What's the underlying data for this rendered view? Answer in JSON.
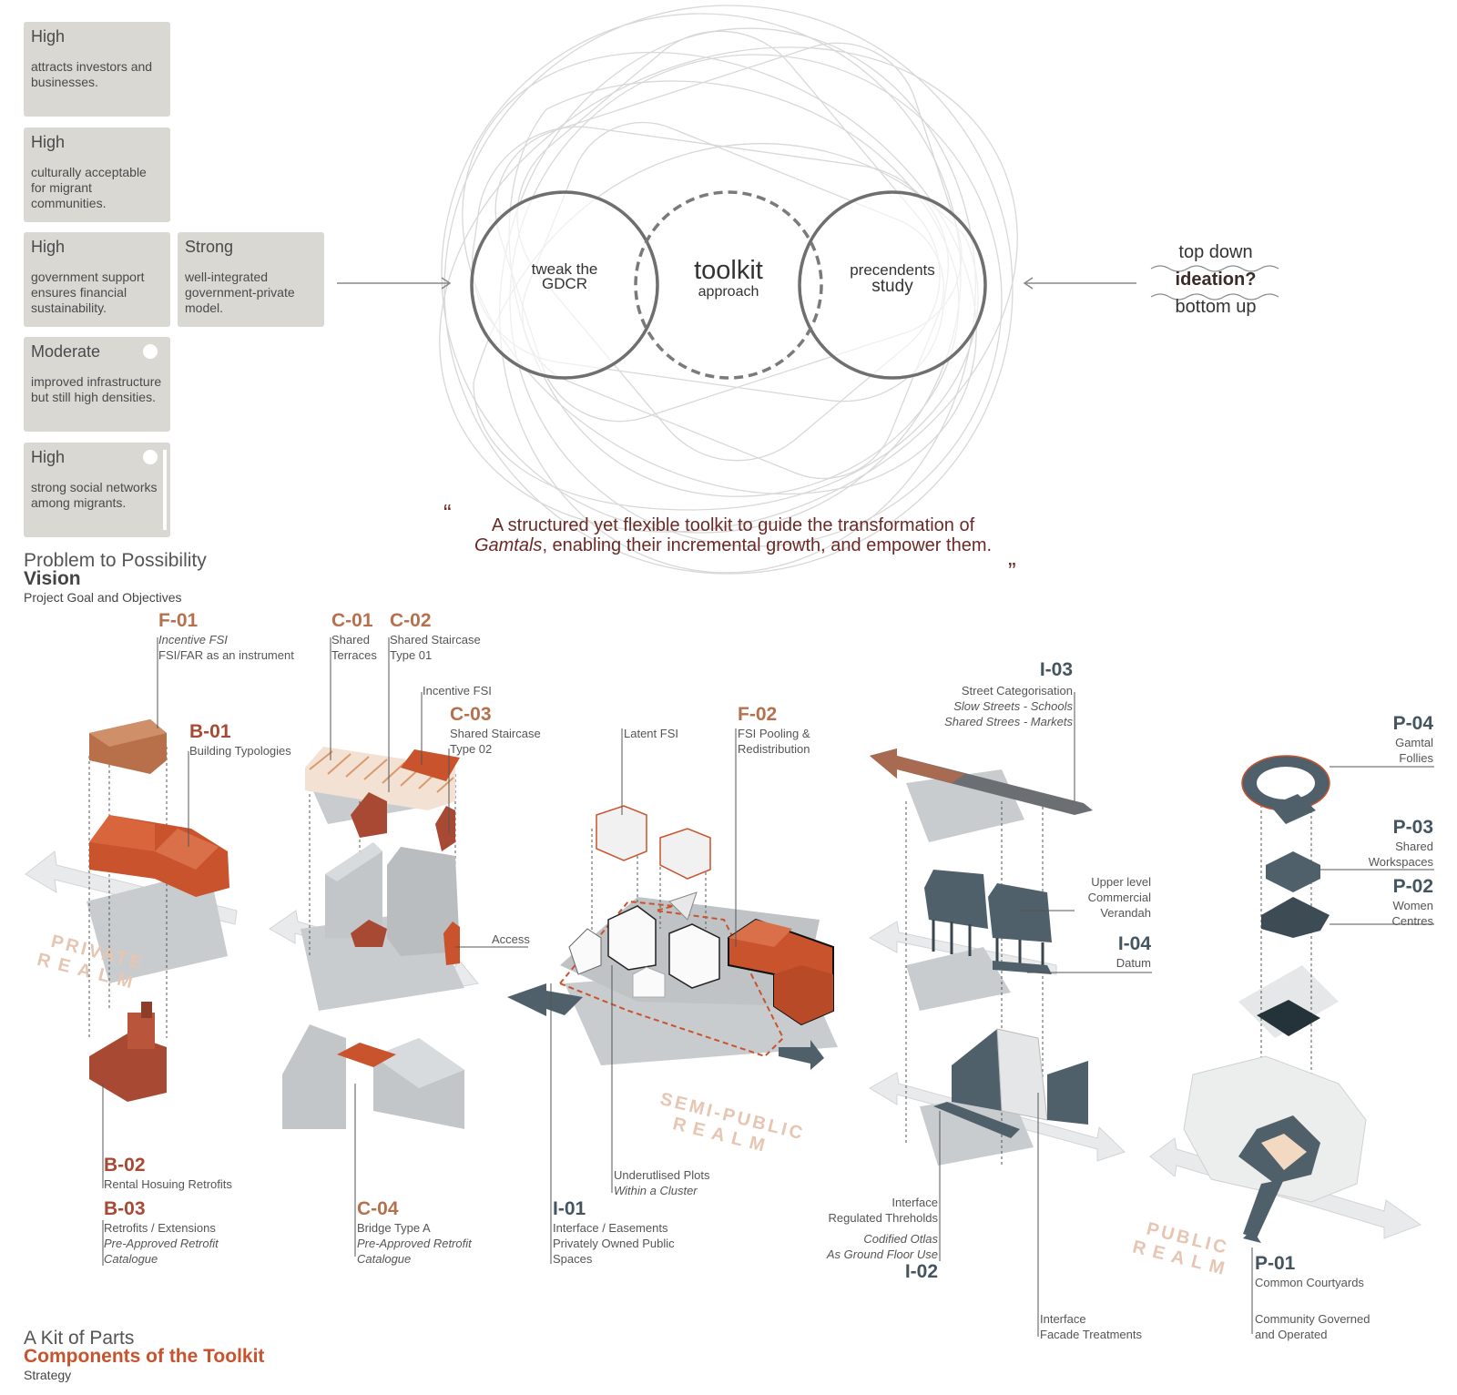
{
  "cards": [
    {
      "level": "High",
      "desc": "attracts investors and businesses."
    },
    {
      "level": "High",
      "desc": "culturally acceptable for migrant communities."
    },
    {
      "level": "High",
      "desc": "government support ensures financial sustainability."
    },
    {
      "level": "Strong",
      "desc": "well-integrated government-private model."
    },
    {
      "level": "Moderate",
      "desc": "improved infrastructure but still high densities."
    },
    {
      "level": "High",
      "desc": "strong social networks among migrants."
    }
  ],
  "diagram": {
    "left_circle": [
      "tweak the",
      "GDCR"
    ],
    "center_title": "toolkit",
    "center_sub": "approach",
    "right_circle": [
      "precendents",
      "study"
    ],
    "top_down": "top down",
    "ideation": "ideation?",
    "bottom_up": "bottom up"
  },
  "quote": {
    "line1": "A structured yet flexible toolkit to guide the transformation of",
    "line2_em": "Gamtals",
    "line2_rest": ", enabling their incremental growth, and empower them."
  },
  "section1": {
    "title": "Problem to Possibility",
    "bold": "Vision",
    "sub": "Project Goal and Objectives"
  },
  "section2": {
    "title": "A Kit of Parts",
    "bold": "Components of the Toolkit",
    "sub": "Strategy"
  },
  "realms": {
    "private": [
      "PRIVATE",
      "REALM"
    ],
    "semi": [
      "SEMI-PUBLIC",
      "REALM"
    ],
    "public": [
      "PUBLIC",
      "REALM"
    ]
  },
  "components": {
    "f01": {
      "code": "F-01",
      "l1": "Incentive FSI",
      "l2": "FSI/FAR as an instrument"
    },
    "b01": {
      "code": "B-01",
      "l1": "Building Typologies"
    },
    "b02": {
      "code": "B-02",
      "l1": "Rental Hosuing Retrofits"
    },
    "b03": {
      "code": "B-03",
      "l1": "Retrofits / Extensions",
      "l2": "Pre-Approved Retrofit",
      "l3": "Catalogue"
    },
    "c01": {
      "code": "C-01",
      "l1": "Shared",
      "l2": "Terraces"
    },
    "c02": {
      "code": "C-02",
      "l1": "Shared Staircase",
      "l2": "Type 01"
    },
    "inc": {
      "l1": "Incentive FSI"
    },
    "c03": {
      "code": "C-03",
      "l1": "Shared Staircase",
      "l2": "Type 02"
    },
    "access": {
      "l1": "Access"
    },
    "c04": {
      "code": "C-04",
      "l1": "Bridge Type A",
      "l2": "Pre-Approved Retrofit",
      "l3": "Catalogue"
    },
    "latent": {
      "l1": "Latent FSI"
    },
    "f02": {
      "code": "F-02",
      "l1": "FSI Pooling &",
      "l2": "Redistribution"
    },
    "under": {
      "l1": "Underutlised Plots",
      "l2": "Within a Cluster"
    },
    "i01": {
      "code": "I-01",
      "l1": "Interface / Easements",
      "l2": "Privately Owned Public",
      "l3": "Spaces"
    },
    "i03": {
      "code": "I-03",
      "l1": "Street Categorisation",
      "l2": "Slow Streets - Schools",
      "l3": "Shared Strees - Markets"
    },
    "upper": {
      "l1": "Upper level",
      "l2": "Commercial",
      "l3": "Verandah"
    },
    "i04": {
      "code": "I-04",
      "l1": "Datum"
    },
    "i02": {
      "code": "I-02",
      "l1": "Interface",
      "l2": "Regulated Threholds",
      "l3": "Codified Otlas",
      "l4": "As Ground Floor Use"
    },
    "facade": {
      "l1": "Interface",
      "l2": "Facade Treatments"
    },
    "p04": {
      "code": "P-04",
      "l1": "Gamtal",
      "l2": "Follies"
    },
    "p03": {
      "code": "P-03",
      "l1": "Shared",
      "l2": "Workspaces"
    },
    "p02": {
      "code": "P-02",
      "l1": "Women",
      "l2": "Centres"
    },
    "p01": {
      "code": "P-01",
      "l1": "Common Courtyards",
      "l2": "Community Governed",
      "l3": "and Operated"
    }
  },
  "colors": {
    "orange": "#c8532c",
    "rust": "#a84a33",
    "tan": "#b5714e",
    "slate": "#4f606b",
    "grey": "#c9ccce"
  }
}
